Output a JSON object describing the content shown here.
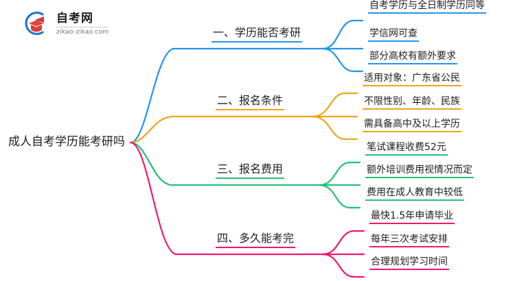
{
  "logo": {
    "name": "自考网",
    "url": "zikao-zikao.com",
    "mark_icon": "graduation-cap-icon"
  },
  "colors": {
    "branch1": "#2196E8",
    "branch2": "#F0A417",
    "branch3": "#20C075",
    "branch4": "#F4156F",
    "text": "#1d1d1d",
    "background": "#ffffff"
  },
  "mindmap": {
    "root": {
      "label": "成人自考学历能考研吗"
    },
    "branches": [
      {
        "label": "一、学历能否考研",
        "color": "#2196E8",
        "children": [
          {
            "label": "自考学历与全日制学历同等"
          },
          {
            "label": "学信网可查"
          },
          {
            "label": "部分高校有额外要求"
          }
        ]
      },
      {
        "label": "二、报名条件",
        "color": "#F0A417",
        "children": [
          {
            "label": "适用对象：广东省公民"
          },
          {
            "label": "不限性别、年龄、民族"
          },
          {
            "label": "需具备高中及以上学历"
          }
        ]
      },
      {
        "label": "三、报名费用",
        "color": "#20C075",
        "children": [
          {
            "label": "笔试课程收费52元"
          },
          {
            "label": "额外培训费用视情况而定"
          },
          {
            "label": "费用在成人教育中较低"
          }
        ]
      },
      {
        "label": "四、多久能考完",
        "color": "#F4156F",
        "children": [
          {
            "label": "最快1.5年申请毕业"
          },
          {
            "label": "每年三次考试安排"
          },
          {
            "label": "合理规划学习时间"
          }
        ]
      }
    ]
  }
}
